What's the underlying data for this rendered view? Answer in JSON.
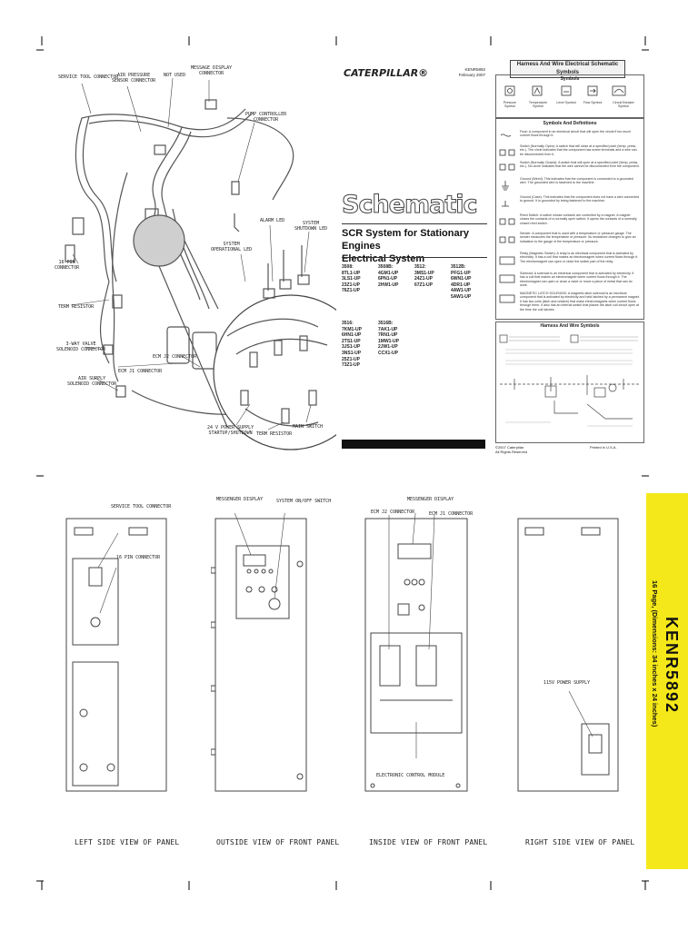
{
  "top_diagram": {
    "labels": {
      "service_tool": "SERVICE TOOL CONNECTOR",
      "air_pressure": "AIR PRESSURE\nSENSOR CONNECTOR",
      "not_used": "NOT USED",
      "message_display": "MESSAGE DISPLAY\nCONNECTOR",
      "pump_controller": "PUMP CONTROLLER\nCONNECTOR",
      "alarm_led": "ALARM LED",
      "system_shutdown": "SYSTEM\nSHUTDOWN LED",
      "system_operational": "SYSTEM\nOPERATIONAL LED",
      "pin16": "16 PIN\nCONNECTOR",
      "term_resistor_left": "TERM RESISTOR",
      "valve3way": "3-WAY VALVE\nSOLENOID CONNECTOR",
      "air_supply": "AIR SUPPLY\nSOLENOID CONNECTOR",
      "ecm_j1": "ECM J1 CONNECTOR",
      "ecm_j2": "ECM J2 CONNECTOR",
      "power24": "24 V POWER SUPPLY\nSTARTUP/SHUTDOWN",
      "term_resistor_right": "TERM RESISTOR",
      "main_switch": "MAIN SWITCH"
    }
  },
  "cover": {
    "brand": "CATERPILLAR®",
    "doc_number": "KENR5892",
    "date": "February 2007",
    "schematic": "Schematic",
    "title_line1": "SCR System for Stationary Engines",
    "title_line2": "Electrical System",
    "serial_columns": [
      {
        "model": "3508:",
        "serials": [
          "8TL1-UP",
          "3LS1-UP",
          "23Z1-UP",
          "76Z1-UP"
        ]
      },
      {
        "model": "3508B:",
        "serials": [
          "4GM1-UP",
          "6PN1-UP",
          "2HW1-UP"
        ]
      },
      {
        "model": "3512:",
        "serials": [
          "3MS1-UP",
          "24Z1-UP",
          "67Z1-UP"
        ]
      },
      {
        "model": "3512B:",
        "serials": [
          "PFG1-UP",
          "6WN1-UP",
          "4DR1-UP",
          "4AW1-UP",
          "5AW1-UP"
        ]
      },
      {
        "model": "3516:",
        "serials": [
          "7KM1-UP",
          "6HN1-UP",
          "2TS1-UP",
          "3JS1-UP",
          "3NS1-UP",
          "25Z1-UP",
          "73Z1-UP"
        ]
      },
      {
        "model": "3516B:",
        "serials": [
          "7AK1-UP",
          "7RN1-UP",
          "1MW1-UP",
          "2JW1-UP",
          "CCX1-UP"
        ]
      }
    ],
    "copyright": "©2007 Caterpillar\nAll Rights Reserved",
    "printed": "Printed in U.S.A."
  },
  "symbols_panel": {
    "header": "Harness And Wire Electrical Schematic Symbols",
    "symbols_heading": "Symbols",
    "symbol_labels": [
      "Pressure Symbol",
      "Temperature Symbol",
      "Level Symbol",
      "Flow Symbol",
      "Circuit Breaker Symbol"
    ],
    "definitions_heading": "Symbols And Definitions",
    "definitions": [
      "Fuse: A component in an electrical circuit that will open the circuit if too much current flows through it.",
      "Switch (Normally Open): A switch that will close at a specified point (temp, press, etc.). The circle indicates that the component has screw terminals and a wire can be disconnected from it.",
      "Switch (Normally Closed): A switch that will open at a specified point (temp, press, etc.). No circle indicates that the wire cannot be disconnected from the component.",
      "Ground (Wired): This indicates that the component is connected to a grounded wire. The grounded wire is fastened to the machine.",
      "Ground (Case): This indicates that the component does not have a wire connected to ground. It is grounded by being fastened to the machine.",
      "Reed Switch: A switch whose contacts are controlled by a magnet. A magnet closes the contacts of a normally open switch; it opens the contacts of a normally closed reed switch.",
      "Sender: A component that is used with a temperature or pressure gauge. The sender measures the temperature or pressure. Its resistance changes to give an indication to the gauge of the temperature or pressure.",
      "Relay (Magnetic Switch): A relay is an electrical component that is activated by electricity. It has a coil that makes an electromagnet when current flows through it. The electromagnet can open or close the switch part of the relay.",
      "Solenoid: A solenoid is an electrical component that is activated by electricity. It has a coil that makes an electromagnet when current flows through it. The electromagnet can open or close a valve or move a piece of metal that can do work.",
      "MAGNETIC LATCH SOLENOID: A magnetic latch solenoid is an electrical component that is activated by electricity and held latched by a permanent magnet. It has two coils (latch and unlatch) that make electromagnets when current flows through them. It also has an internal switch that places the latch coil circuit open at the time the coil latches."
    ],
    "harness_heading": "Harness And Wire Symbols"
  },
  "bottom_views": {
    "left": {
      "caption": "LEFT SIDE VIEW OF PANEL",
      "service_tool": "SERVICE TOOL CONNECTOR",
      "pin16": "16 PIN CONNECTOR"
    },
    "front_outside": {
      "caption": "OUTSIDE VIEW OF FRONT PANEL",
      "messenger": "MESSENGER DISPLAY",
      "onoff": "SYSTEM ON/OFF SWITCH"
    },
    "front_inside": {
      "caption": "INSIDE VIEW OF FRONT PANEL",
      "messenger": "MESSENGER DISPLAY",
      "ecm_j2": "ECM J2 CONNECTOR",
      "ecm_j1": "ECM J1 CONNECTOR",
      "ecm_module": "ELECTRONIC CONTROL MODULE"
    },
    "right": {
      "caption": "RIGHT SIDE VIEW OF PANEL",
      "power": "115V POWER SUPPLY"
    }
  },
  "spine": {
    "doc_number": "KENR5892",
    "pages": "16 Page, (Dimensions: 34 inches x 24 inches)"
  }
}
